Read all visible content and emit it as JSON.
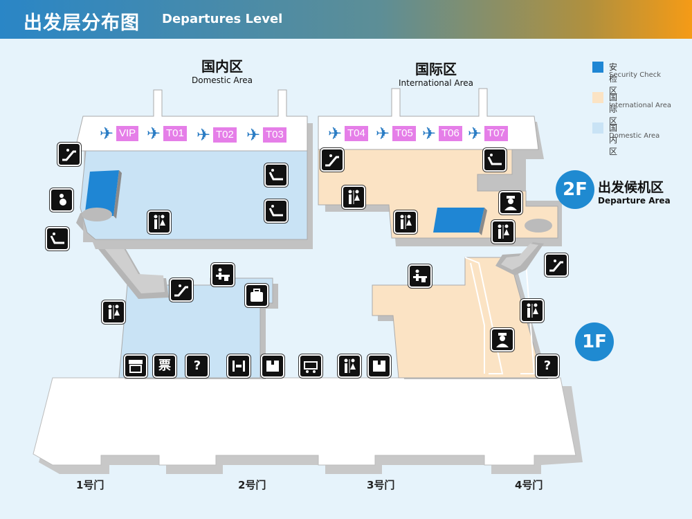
{
  "header": {
    "title_zh": "出发层分布图",
    "title_en": "Departures Level"
  },
  "areas": {
    "domestic": {
      "zh": "国内区",
      "en": "Domestic Area"
    },
    "international": {
      "zh": "国际区",
      "en": "International Area"
    }
  },
  "legend": [
    {
      "zh": "安检区",
      "en": "Security Check",
      "color": "#1f86d4"
    },
    {
      "zh": "国际区",
      "en": "International Area",
      "color": "#fbe3c4"
    },
    {
      "zh": "国内区",
      "en": "Domestic Area",
      "color": "#c9e3f5"
    }
  ],
  "floors": {
    "upper": {
      "badge": "2F",
      "zh": "出发候机区",
      "en": "Departure Area"
    },
    "lower": {
      "badge": "1F"
    }
  },
  "gates": {
    "vip": "VIP",
    "t01": "T01",
    "t02": "T02",
    "t03": "T03",
    "t04": "T04",
    "t05": "T05",
    "t06": "T06",
    "t07": "T07"
  },
  "icon_text": {
    "ticket": "票",
    "info": "?"
  },
  "doors": {
    "d1": "1号门",
    "d2": "2号门",
    "d3": "3号门",
    "d4": "4号门"
  },
  "colors": {
    "gate_tag": "#e57ee8",
    "plane": "#2a7cc4",
    "security": "#1f86d4",
    "domestic": "#c9e3f5",
    "international": "#fbe3c4"
  }
}
